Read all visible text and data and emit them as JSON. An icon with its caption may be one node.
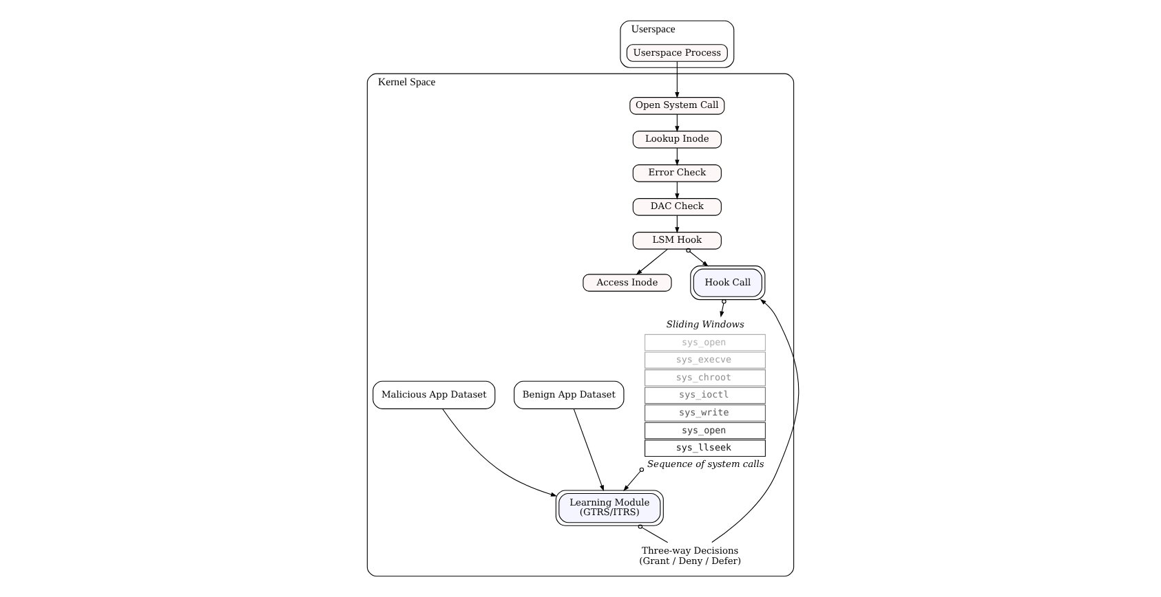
{
  "diagram": {
    "nodes": [
      {
        "text": [
          "Userspace"
        ]
      },
      {
        "text": [
          "Userspace Process"
        ],
        "in": 0
      },
      {
        "text": [
          "Kernel Space"
        ]
      },
      {
        "text": [
          "Open System Call"
        ],
        "in": 2
      },
      {
        "text": [
          "Lookup Inode"
        ],
        "in": 2
      },
      {
        "text": [
          "Error Check"
        ],
        "in": 2
      },
      {
        "text": [
          "DAC Check"
        ],
        "in": 2
      },
      {
        "text": [
          "LSM Hook"
        ],
        "in": 2
      },
      {
        "text": [
          "Access Inode"
        ],
        "in": 2
      },
      {
        "text": [
          "Hook Call"
        ],
        "in": 2
      },
      {
        "text": [
          "Sliding Windows",
          "sys_open",
          "sys_execve",
          "sys_chroot",
          "sys_ioctl",
          "sys_write",
          "sys_open",
          "sys_llseek"
        ],
        "beside": [
          "Sequence of system calls"
        ],
        "in": 2
      },
      {
        "text": [
          "Learning Module",
          "(GTRS/ITRS)"
        ],
        "in": 2
      },
      {
        "text": [
          "Benign App Dataset"
        ],
        "in": 2
      },
      {
        "text": [
          "Malicious App Dataset"
        ],
        "in": 2
      },
      {
        "text": [
          "Three-way Decisions",
          "(Grant / Deny / Defer)"
        ],
        "in": 2
      }
    ],
    "edges": [
      {
        "from": 1,
        "to": 3,
        "arrow": "to"
      },
      {
        "from": 3,
        "to": 4,
        "arrow": "to"
      },
      {
        "from": 4,
        "to": 5,
        "arrow": "to"
      },
      {
        "from": 5,
        "to": 6,
        "arrow": "to"
      },
      {
        "from": 6,
        "to": 7,
        "arrow": "to"
      },
      {
        "from": 7,
        "to": 8,
        "arrow": "to"
      },
      {
        "from": 7,
        "to": 9,
        "arrow": "to"
      },
      {
        "from": 9,
        "to": 10,
        "arrow": "to"
      },
      {
        "from": 10,
        "to": 11,
        "arrow": "to"
      },
      {
        "from": 12,
        "to": 11,
        "arrow": "to"
      },
      {
        "from": 13,
        "to": 11,
        "arrow": "to"
      },
      {
        "from": 11,
        "to": 14,
        "arrow": "other"
      },
      {
        "from": 14,
        "to": 9,
        "arrow": "to"
      }
    ]
  }
}
